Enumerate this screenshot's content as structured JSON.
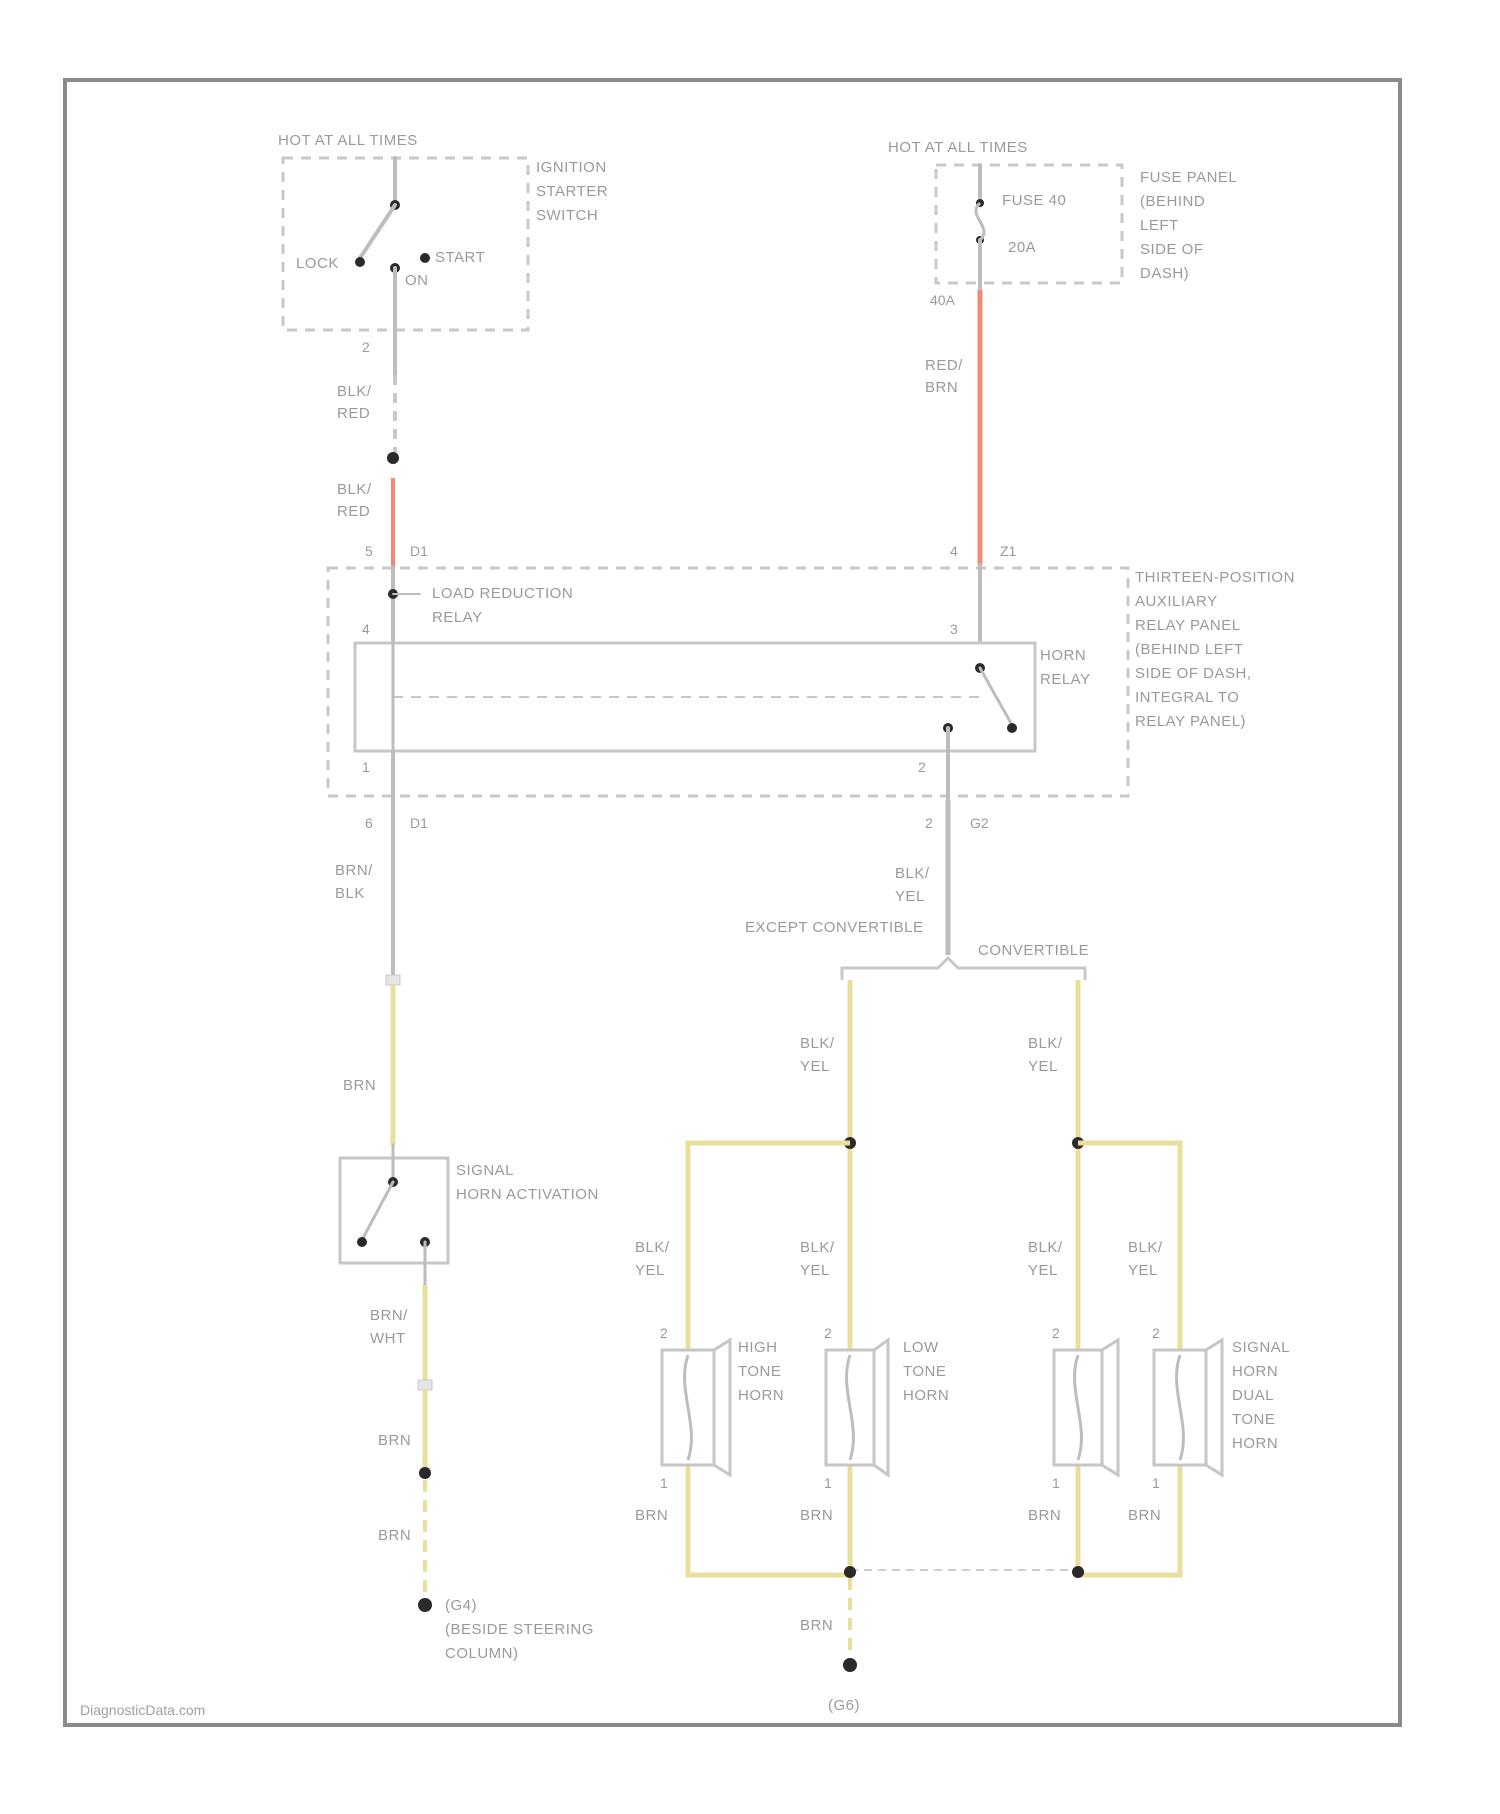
{
  "footer": "DiagnosticData.com",
  "ignition": {
    "hot": "HOT AT ALL TIMES",
    "name": [
      "IGNITION",
      "STARTER",
      "SWITCH"
    ],
    "lock": "LOCK",
    "on": "ON",
    "start": "START",
    "pin": "2"
  },
  "fuse": {
    "hot": "HOT AT ALL TIMES",
    "name": "FUSE 40",
    "rating": "20A",
    "pin": "40A",
    "panel": [
      "FUSE PANEL",
      "(BEHIND",
      "LEFT",
      "SIDE OF",
      "DASH)"
    ]
  },
  "wires": {
    "blk_red": [
      "BLK/",
      "RED"
    ],
    "red_brn": [
      "RED/",
      "BRN"
    ],
    "brn_blk": [
      "BRN/",
      "BLK"
    ],
    "blk_yel": [
      "BLK/",
      "YEL"
    ],
    "brn": "BRN",
    "brn_wht": [
      "BRN/",
      "WHT"
    ]
  },
  "relay_panel": {
    "name": [
      "THIRTEEN-POSITION",
      "AUXILIARY",
      "RELAY PANEL",
      "(BEHIND LEFT",
      "SIDE OF DASH,",
      "INTEGRAL TO",
      "RELAY PANEL)"
    ],
    "load_reduction": [
      "LOAD REDUCTION",
      "RELAY"
    ],
    "horn_relay": [
      "HORN",
      "RELAY"
    ],
    "pins": {
      "top_left_num": "5",
      "top_left_conn": "D1",
      "top_right_num": "4",
      "top_right_conn": "Z1",
      "inner_top_left": "4",
      "inner_top_right": "3",
      "inner_bottom_left": "1",
      "inner_bottom_right": "2",
      "bottom_left_num": "6",
      "bottom_left_conn": "D1",
      "bottom_right_num": "2",
      "bottom_right_conn": "G2"
    }
  },
  "variants": {
    "except": "EXCEPT CONVERTIBLE",
    "conv": "CONVERTIBLE"
  },
  "signal_switch": [
    "SIGNAL",
    "HORN ACTIVATION"
  ],
  "horns": {
    "high": [
      "HIGH",
      "TONE",
      "HORN"
    ],
    "low": [
      "LOW",
      "TONE",
      "HORN"
    ],
    "dual": [
      "SIGNAL",
      "HORN",
      "DUAL",
      "TONE",
      "HORN"
    ],
    "pin_top": "2",
    "pin_bottom": "1"
  },
  "grounds": {
    "left": [
      "(G4)",
      "(BESIDE STEERING",
      "COLUMN)"
    ],
    "right": "(G6)"
  },
  "colors": {
    "red_wire": "#f08a78",
    "yellow_wire": "#eadf9a",
    "gray_wire": "#bdbdbd"
  }
}
